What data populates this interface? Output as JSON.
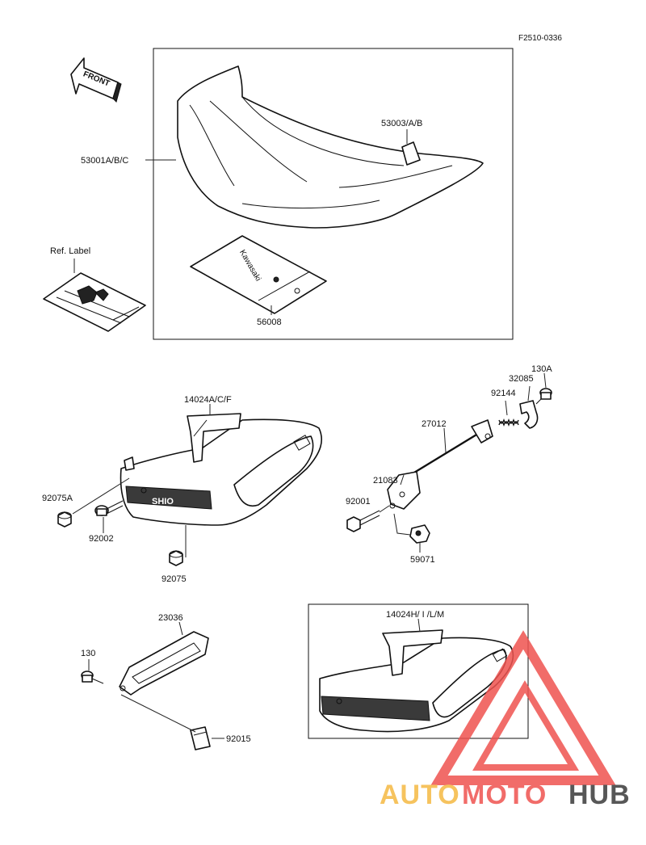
{
  "figure_code": "F2510-0336",
  "front_arrow": "FRONT",
  "labels": {
    "seat_assembly": "53001A/B/C",
    "seat_strap": "53003/A/B",
    "ref_label": "Ref.  Label",
    "label_sheet": "56008",
    "cowl_a": "14024A/C/F",
    "nut_92075a": "92075A",
    "bolt_92002": "92002",
    "nut_92075": "92075",
    "cable": "27012",
    "bracket": "21083",
    "bolt_92001": "92001",
    "latch": "59071",
    "screw_130a": "130A",
    "hook": "32085",
    "spring": "92144",
    "plate": "23036",
    "bolt_130": "130",
    "clip": "92015",
    "cowl_h": "14024H/ I /L/M"
  },
  "cowl_a_emblem": "SHIO",
  "sheet_brand": "Kawasaki",
  "watermark": {
    "part1": "AUTO",
    "part2": "MOTO",
    "part3": "HUB",
    "color_part1": "#f5b942",
    "color_part2": "#ef5350",
    "color_part3": "#3a3a3a",
    "triangle_color": "#ef5350"
  }
}
